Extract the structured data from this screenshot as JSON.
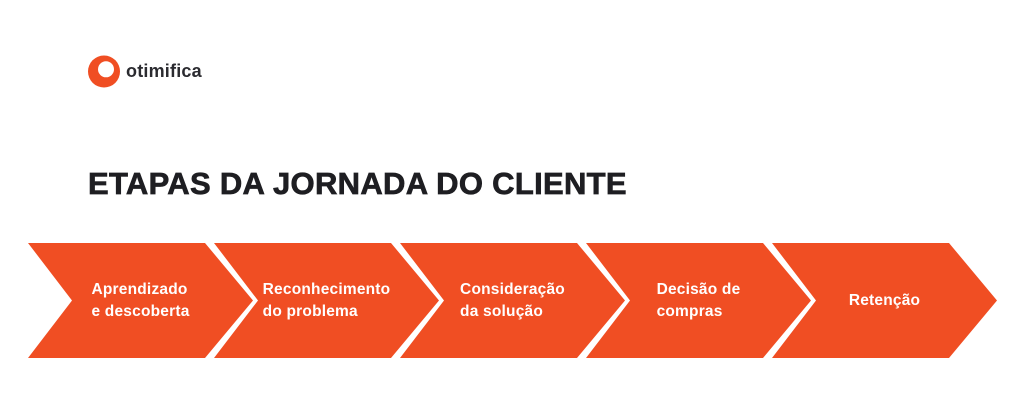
{
  "logo": {
    "text": "otimifica"
  },
  "title": "ETAPAS DA JORNADA DO CLIENTE",
  "stages": [
    {
      "name": "aprendizado-e-descoberta",
      "lines": [
        "Aprendizado",
        "e descoberta"
      ]
    },
    {
      "name": "reconhecimento-do-problema",
      "lines": [
        "Reconhecimento",
        "do problema"
      ]
    },
    {
      "name": "consideracao-da-solucao",
      "lines": [
        "Consideração",
        "da solução"
      ]
    },
    {
      "name": "decisao-de-compras",
      "lines": [
        "Decisão de",
        "compras"
      ]
    },
    {
      "name": "retencao",
      "lines": [
        "Retenção"
      ]
    }
  ],
  "colors": {
    "accent": "#F04E23",
    "title": "#1E1E22",
    "logo_text": "#2B2B30",
    "stage_text": "#FFFFFF",
    "background": "#FFFFFF"
  }
}
